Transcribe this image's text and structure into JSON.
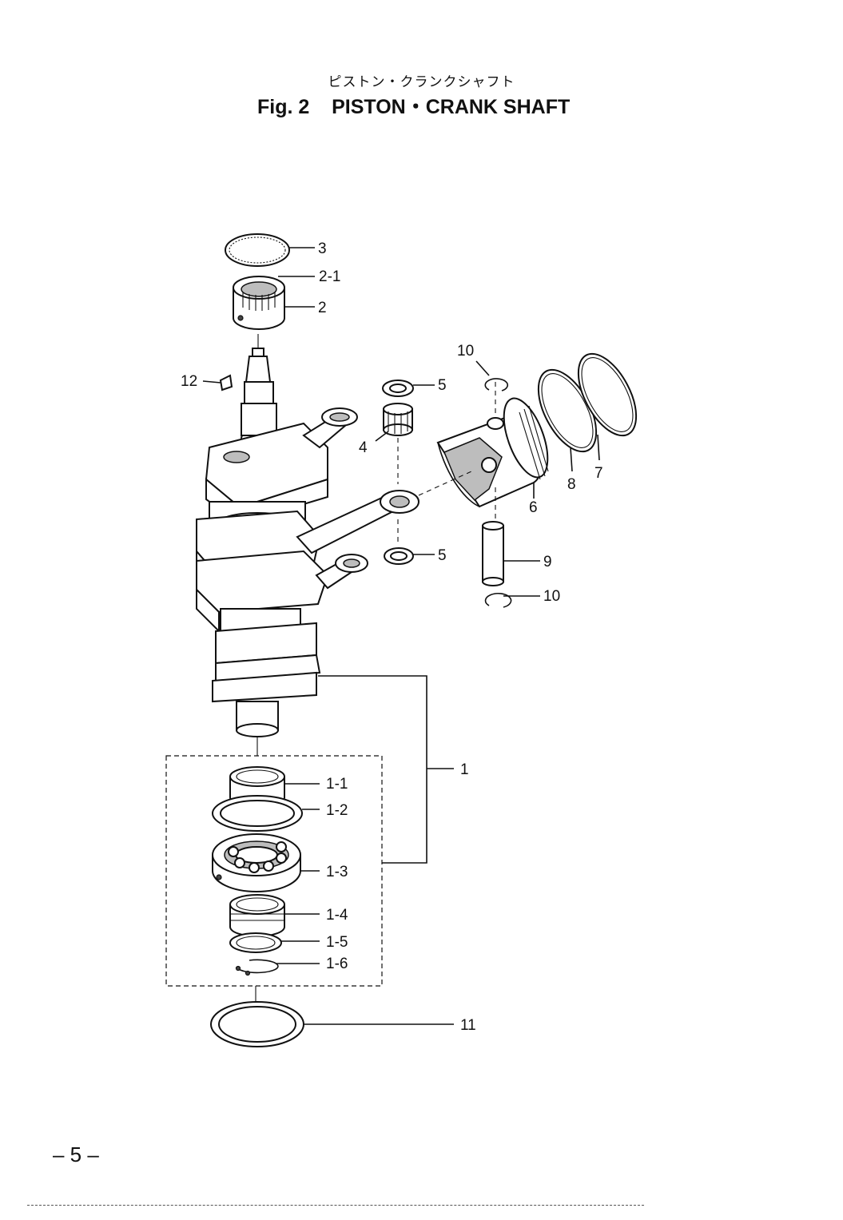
{
  "header": {
    "subtitle_jp": "ピストン・クランクシャフト",
    "figure_label": "Fig. 2",
    "figure_title": "PISTON・CRANK SHAFT"
  },
  "callouts": [
    "3",
    "2-1",
    "2",
    "10",
    "12",
    "5",
    "4",
    "6",
    "8",
    "7",
    "5",
    "9",
    "10",
    "1",
    "1-1",
    "1-2",
    "1-3",
    "1-4",
    "1-5",
    "1-6",
    "11"
  ],
  "footer": {
    "page_number": "– 5 –"
  }
}
